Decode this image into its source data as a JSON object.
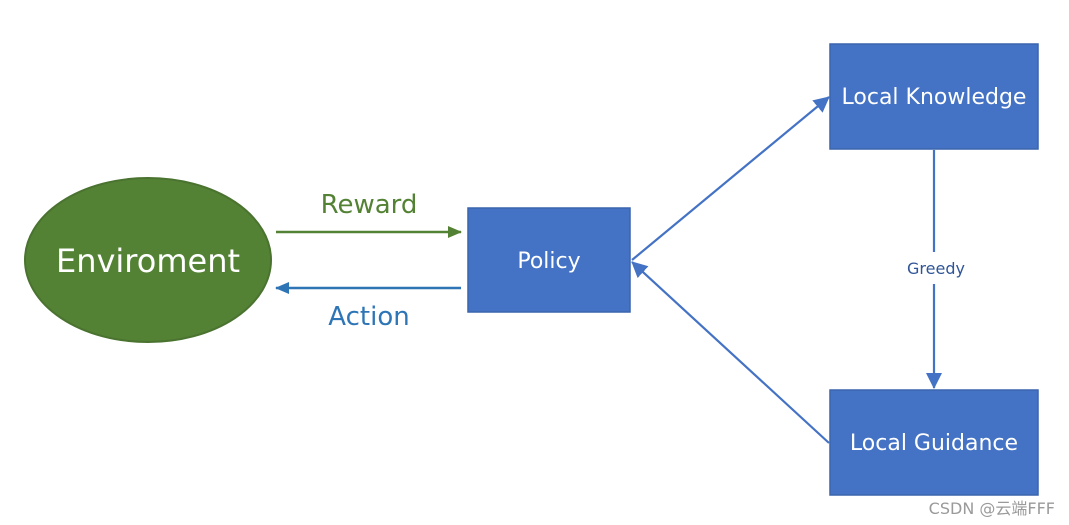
{
  "nodes": {
    "environment": {
      "label": "Enviroment",
      "color": "#548235",
      "border": "#4a7330"
    },
    "policy": {
      "label": "Policy",
      "color": "#4472c4",
      "border": "#3b64ad"
    },
    "local_knowledge": {
      "label": "Local Knowledge",
      "color": "#4472c4",
      "border": "#3b64ad"
    },
    "local_guidance": {
      "label": "Local Guidance",
      "color": "#4472c4",
      "border": "#3b64ad"
    }
  },
  "edges": {
    "reward": {
      "label": "Reward",
      "color": "#548235"
    },
    "action": {
      "label": "Action",
      "color": "#2e75b6"
    },
    "greedy": {
      "label": "Greedy",
      "color": "#2f5597"
    },
    "arrow_color": "#4472c4"
  },
  "watermark": "CSDN @云端FFF"
}
